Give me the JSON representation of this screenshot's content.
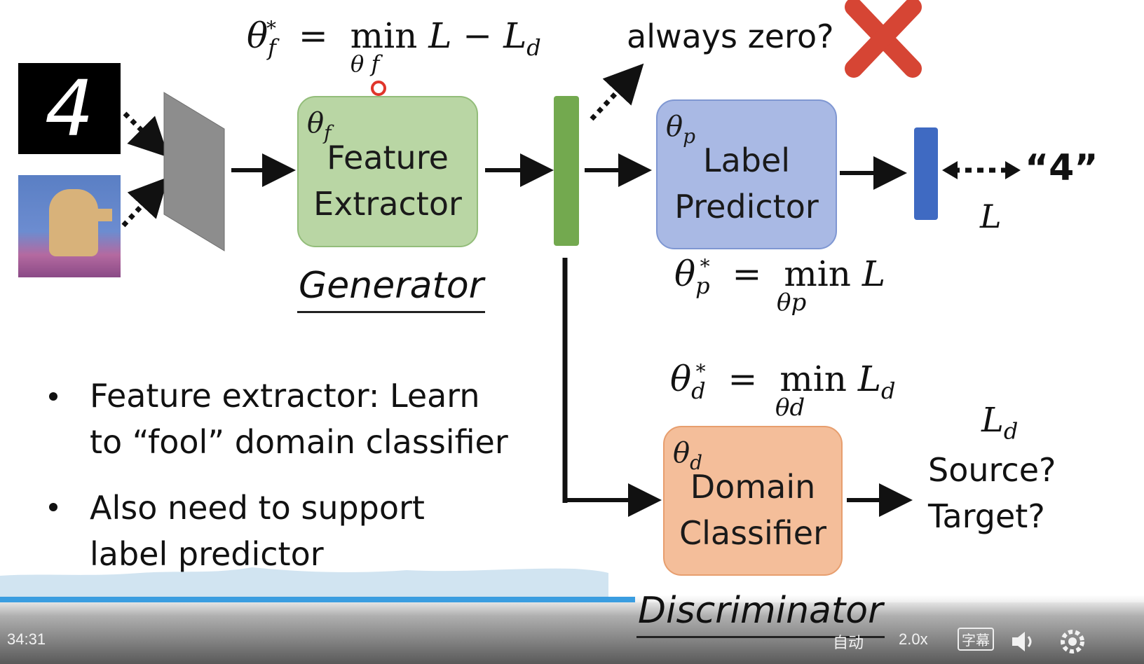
{
  "slide": {
    "formulas": {
      "feature": {
        "lhs": "θ",
        "lhs_sub": "f",
        "lhs_sup": "*",
        "eq": "=",
        "op": "min",
        "op_sub": "θ f",
        "rhs": "L − L",
        "rhs_sub": "d"
      },
      "label": {
        "lhs": "θ",
        "lhs_sub": "p",
        "lhs_sup": "*",
        "eq": "=",
        "op": "min",
        "op_sub": "θp",
        "rhs": "L"
      },
      "domain": {
        "lhs": "θ",
        "lhs_sub": "d",
        "lhs_sup": "*",
        "eq": "=",
        "op": "min",
        "op_sub": "θd",
        "rhs": "L",
        "rhs_sub": "d"
      }
    },
    "always_zero": "always zero?",
    "blocks": {
      "feature_extractor": {
        "theta": "θ",
        "theta_sub": "f",
        "label": "Feature\nExtractor",
        "color": "#b9d6a4",
        "border": "#93bd7a"
      },
      "label_predictor": {
        "theta": "θ",
        "theta_sub": "p",
        "label": "Label\nPredictor",
        "color": "#a9b9e4",
        "border": "#7f97d2"
      },
      "domain_classifier": {
        "theta": "θ",
        "theta_sub": "d",
        "label": "Domain\nClassifier",
        "color": "#f4be9a",
        "border": "#e79e6e"
      }
    },
    "generator_title": "Generator",
    "discriminator_title": "Discriminator",
    "output_label": "“4”",
    "loss_label": "L",
    "domain_loss": {
      "symbol": "L",
      "sub": "d"
    },
    "domain_question": "Source?\nTarget?",
    "bullets": [
      "Feature extractor: Learn\nto “fool” domain classifier",
      "Also need to support\nlabel predictor"
    ],
    "input_digit": "4"
  },
  "player": {
    "time": "34:31",
    "quality": "自动",
    "speed": "2.0x",
    "subtitle_label": "字幕",
    "progress": 0.555,
    "accent": "#3a9de0"
  }
}
